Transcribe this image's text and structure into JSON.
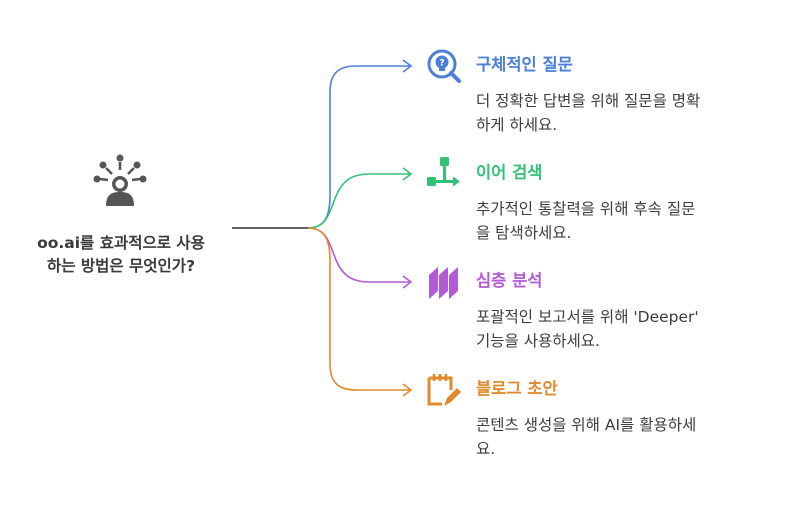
{
  "central": {
    "title_line1": "oo.ai를 효과적으로 사용",
    "title_line2": "하는 방법은 무엇인가?",
    "icon": "person-network-icon"
  },
  "branches": [
    {
      "title": "구체적인 질문",
      "desc_line1": "더 정확한 답변을 위해 질문을 명확",
      "desc_line2": "하게 하세요.",
      "color": "#4a80d6",
      "icon": "question-bulb-icon"
    },
    {
      "title": "이어 검색",
      "desc_line1": "추가적인 통찰력을 위해 후속 질문",
      "desc_line2": "을 탐색하세요.",
      "color": "#32c275",
      "icon": "flowchart-icon"
    },
    {
      "title": "심층 분석",
      "desc_line1": "포괄적인 보고서를 위해 'Deeper'",
      "desc_line2": "기능을 사용하세요.",
      "color": "#b35ad6",
      "icon": "layered-documents-icon"
    },
    {
      "title": "블로그 초안",
      "desc_line1": "콘텐츠 생성을 위해 AI를 활용하세",
      "desc_line2": "요.",
      "color": "#e08a2c",
      "icon": "notepad-pen-icon"
    }
  ]
}
